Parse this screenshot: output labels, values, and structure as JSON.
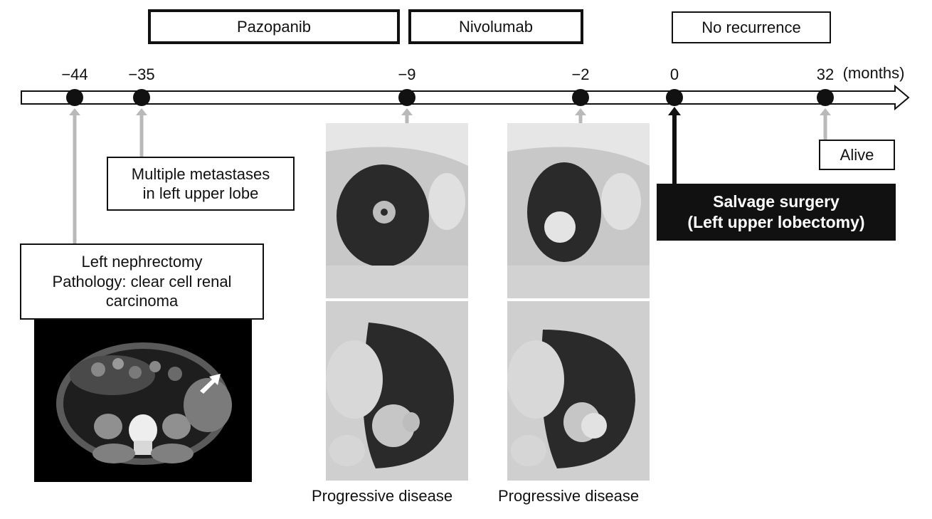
{
  "treatments": {
    "pazopanib": "Pazopanib",
    "nivolumab": "Nivolumab",
    "no_recurrence": "No recurrence"
  },
  "timeline": {
    "ticks": [
      "−44",
      "−35",
      "−9",
      "−2",
      "0",
      "32"
    ],
    "unit": "(months)"
  },
  "events": {
    "nephrectomy": "Left nephrectomy\nPathology: clear cell renal\ncarcinoma",
    "metastases": "Multiple metastases\nin left upper lobe",
    "surgery": "Salvage surgery\n(Left upper lobectomy)",
    "alive": "Alive"
  },
  "captions": {
    "first": "Progressive disease",
    "second": "Progressive disease"
  }
}
